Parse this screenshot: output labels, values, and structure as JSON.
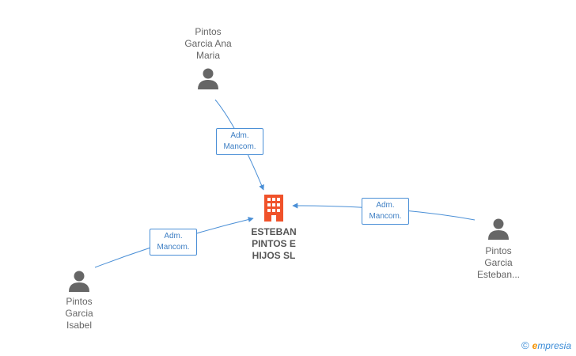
{
  "company": {
    "lines": [
      "ESTEBAN",
      "PINTOS E",
      "HIJOS SL"
    ],
    "icon": "building-icon",
    "color": "#f0522a"
  },
  "persons": [
    {
      "id": "ana",
      "lines": [
        "Pintos",
        "Garcia Ana",
        "Maria"
      ],
      "icon": "person-icon"
    },
    {
      "id": "isabel",
      "lines": [
        "Pintos",
        "Garcia",
        "Isabel"
      ],
      "icon": "person-icon"
    },
    {
      "id": "esteban",
      "lines": [
        "Pintos",
        "Garcia",
        "Esteban..."
      ],
      "icon": "person-icon"
    }
  ],
  "roles": [
    {
      "line1": "Adm.",
      "line2": "Mancom."
    },
    {
      "line1": "Adm.",
      "line2": "Mancom."
    },
    {
      "line1": "Adm.",
      "line2": "Mancom."
    }
  ],
  "brand": {
    "copyright": "©",
    "e": "e",
    "rest": "mpresia"
  },
  "colors": {
    "edge": "#4a8fd6",
    "person": "#666666"
  }
}
